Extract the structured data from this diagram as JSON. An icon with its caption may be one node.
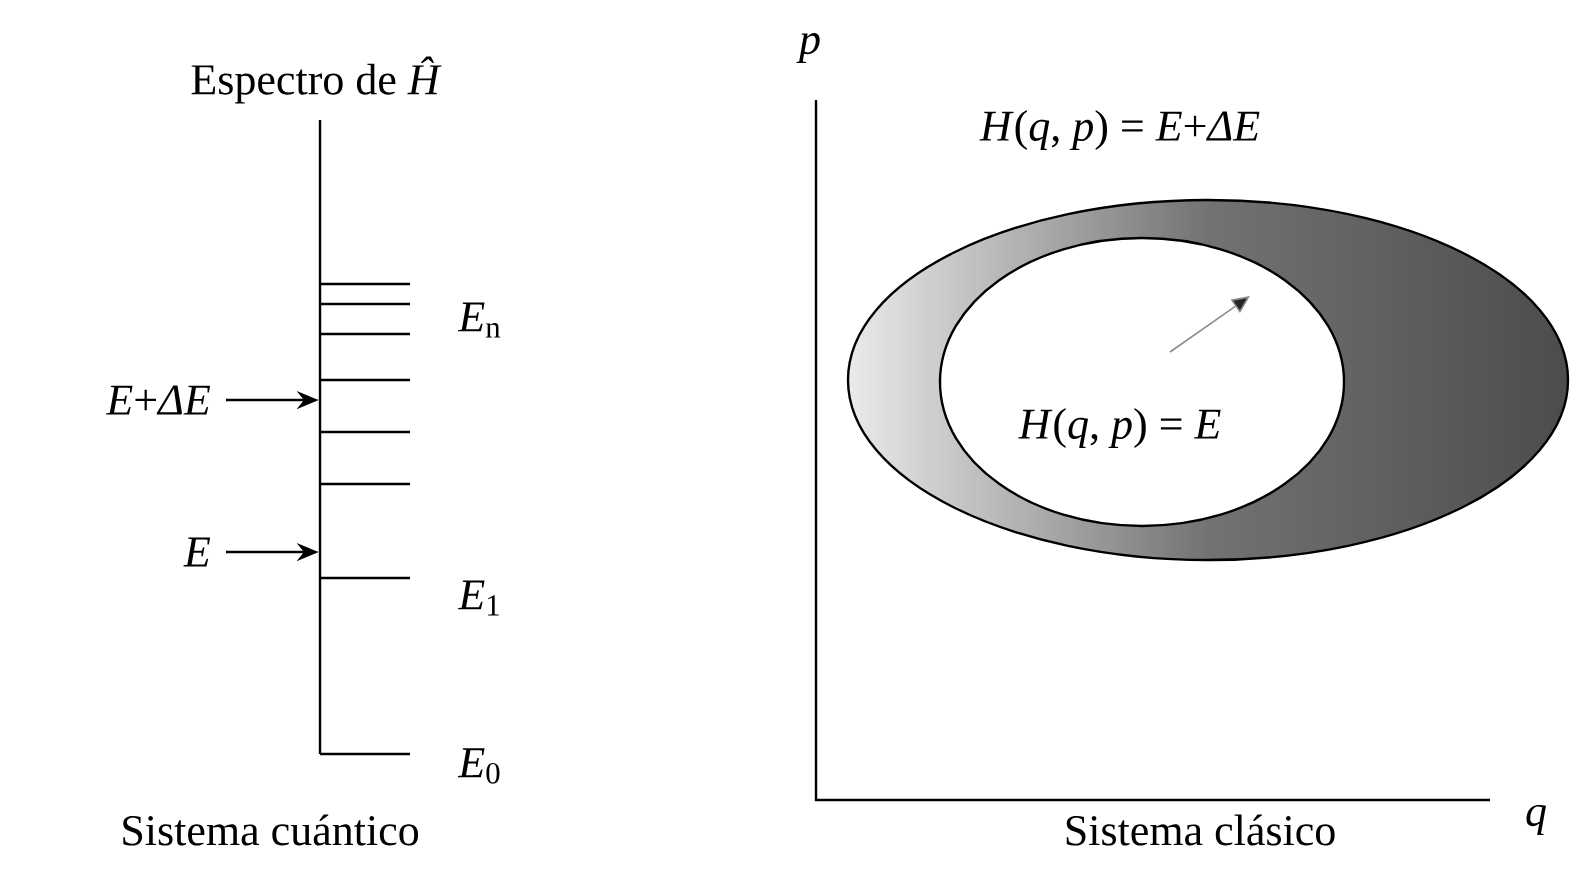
{
  "diagram": {
    "nodes": [
      {
        "text": [
          "*E*+*ΔE*"
        ]
      },
      {
        "text": [
          "*E*"
        ]
      },
      {
        "text": [
          "*H*(*q*, *p*) = *E*+*ΔE*"
        ]
      },
      {
        "text": [
          "*H*(*q*, *p*) = *E*"
        ],
        "in": 2
      },
      {
        "text": [],
        "shape": "line"
      }
    ],
    "edges": [
      {
        "from": 0,
        "to": 4,
        "arrow": "to"
      },
      {
        "from": 1,
        "to": 4,
        "arrow": "to"
      }
    ],
    "labels": [
      "Espectro de *Ĥ*",
      "*E*$_{n}$",
      "*E*$_{1}$",
      "*E*$_{0}$",
      "Sistema cuántico",
      "*p*",
      "*q*",
      "Sistema clásico"
    ]
  }
}
